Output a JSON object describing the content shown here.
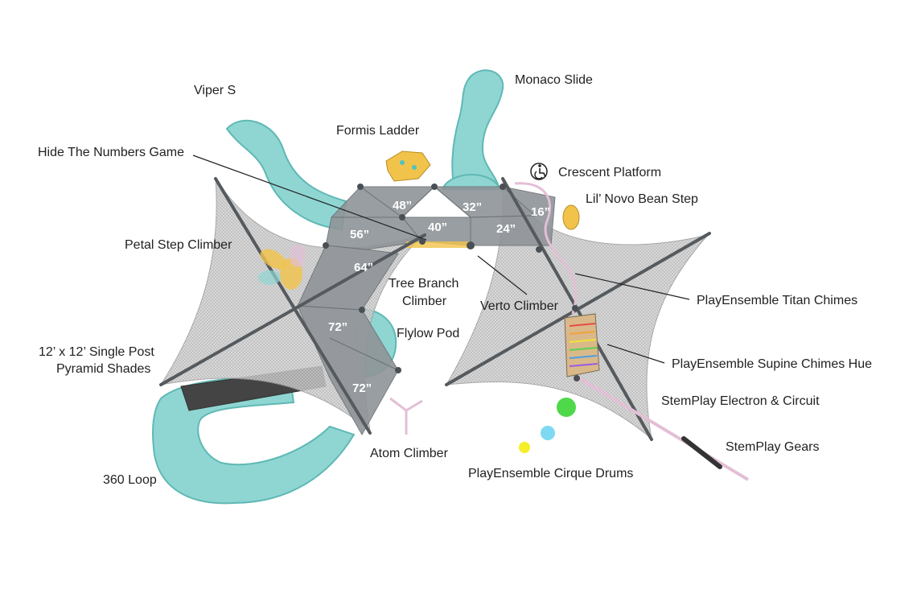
{
  "labels": {
    "viper_s": "Viper S",
    "monaco_slide": "Monaco Slide",
    "formis_ladder": "Formis Ladder",
    "hide_numbers": "Hide The Numbers Game",
    "crescent_platform": "Crescent Platform",
    "lil_novo": "Lil’ Novo Bean Step",
    "petal_step": "Petal Step Climber",
    "tree_branch_1": "Tree Branch",
    "tree_branch_2": "Climber",
    "verto_climber": "Verto Climber",
    "titan_chimes": "PlayEnsemble Titan Chimes",
    "flylow_pod": "Flylow Pod",
    "pyramid_1": "12’ x 12’ Single Post",
    "pyramid_2": "Pyramid Shades",
    "supine_chimes": "PlayEnsemble Supine Chimes Hue",
    "stemplay_electron": "StemPlay Electron & Circuit",
    "stemplay_gears": "StemPlay Gears",
    "atom_climber": "Atom Climber",
    "cirque_drums": "PlayEnsemble Cirque Drums",
    "loop_360": "360 Loop"
  },
  "heights": {
    "h48": "48”",
    "h40": "40”",
    "h32": "32”",
    "h16": "16”",
    "h56": "56”",
    "h24": "24”",
    "h64": "64”",
    "h72a": "72”",
    "h72b": "72”"
  },
  "icons": {
    "accessible": "wheelchair-accessible-icon"
  },
  "colors": {
    "slide": "#8fd6d3",
    "slide_dark": "#5fb8b4",
    "deck": "#8f9498",
    "shade": "#c9c9c9",
    "post": "#555a5e",
    "yellow": "#f2c34a",
    "pink": "#e3bfd6",
    "drum_green": "#4fd84a",
    "drum_blue": "#7fd9f2",
    "drum_yellow": "#f5ee2a"
  }
}
